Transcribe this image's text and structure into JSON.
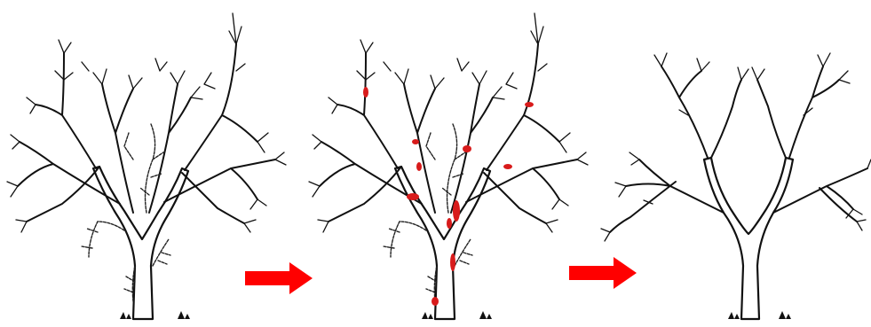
{
  "colors": {
    "outline": "#111111",
    "background": "#ffffff",
    "arrow": "#ff0000",
    "cut_marks": "#d81b1b"
  },
  "panels": [
    {
      "state": "before-pruning",
      "icon": "tree-icon"
    },
    {
      "state": "cuts-marked",
      "icon": "tree-icon"
    },
    {
      "state": "after-pruning",
      "icon": "tree-icon"
    }
  ],
  "arrows": [
    {
      "icon": "right-arrow-icon",
      "color": "#ff0000"
    },
    {
      "icon": "right-arrow-icon",
      "color": "#ff0000"
    }
  ]
}
